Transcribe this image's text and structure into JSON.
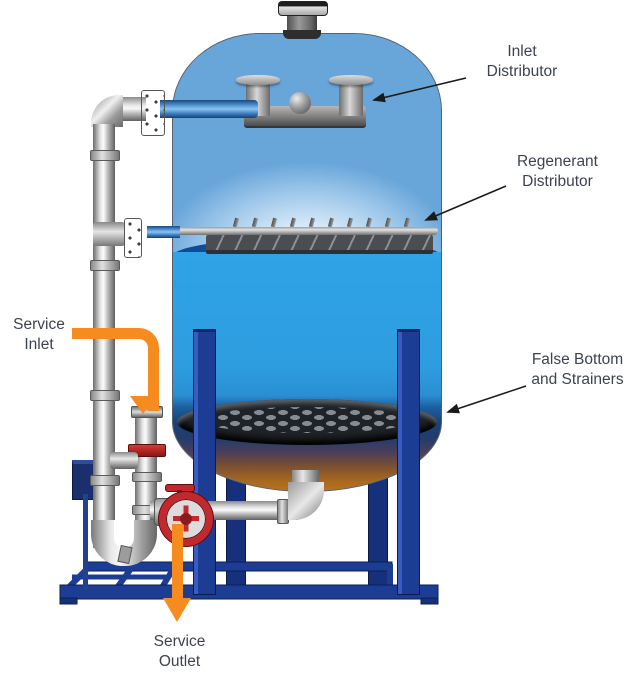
{
  "diagram": {
    "labels": {
      "inlet_distributor": {
        "line1": "Inlet",
        "line2": "Distributor"
      },
      "regenerant_distributor": {
        "line1": "Regenerant",
        "line2": "Distributor"
      },
      "service_inlet": {
        "line1": "Service",
        "line2": "Inlet"
      },
      "false_bottom": {
        "line1": "False Bottom",
        "line2": "and Strainers"
      },
      "service_outlet": {
        "line1": "Service",
        "line2": "Outlet"
      }
    },
    "callouts": [
      {
        "label": "Inlet Distributor",
        "points_to": "inlet-distributor"
      },
      {
        "label": "Regenerant Distributor",
        "points_to": "regenerant-distributor"
      },
      {
        "label": "False Bottom and Strainers",
        "points_to": "false-bottom-plate"
      }
    ],
    "flow_arrows": [
      {
        "name": "service-inlet-flow-arrow",
        "direction": "down"
      },
      {
        "name": "service-outlet-flow-arrow",
        "direction": "down"
      }
    ],
    "colors": {
      "vessel_blue_upper": "#68a5d9",
      "vessel_blue_lower": "#2fa3e7",
      "water_surface": "#0d4c97",
      "resin_brown": "#a96a1e",
      "frame_navy": "#1d3d95",
      "flow_arrow_orange": "#f68b1f",
      "valve_red": "#c3282e",
      "label_text": "#3c4350"
    }
  }
}
